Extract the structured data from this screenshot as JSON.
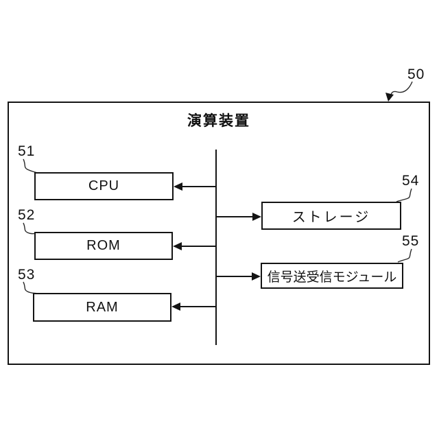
{
  "figure": {
    "ref_50": "50",
    "title": "演算装置",
    "blocks": [
      {
        "ref": "51",
        "label": "CPU"
      },
      {
        "ref": "52",
        "label": "ROM"
      },
      {
        "ref": "53",
        "label": "RAM"
      },
      {
        "ref": "54",
        "label": "ストレージ"
      },
      {
        "ref": "55",
        "label": "信号送受信モジュール"
      }
    ],
    "connections": [
      {
        "from": "bus",
        "to": "CPU",
        "arrow": "into-block"
      },
      {
        "from": "bus",
        "to": "ストレージ",
        "arrow": "into-block"
      },
      {
        "from": "bus",
        "to": "ROM",
        "arrow": "into-block"
      },
      {
        "from": "bus",
        "to": "信号送受信モジュール",
        "arrow": "into-block"
      },
      {
        "from": "bus",
        "to": "RAM",
        "arrow": "into-block"
      }
    ]
  }
}
